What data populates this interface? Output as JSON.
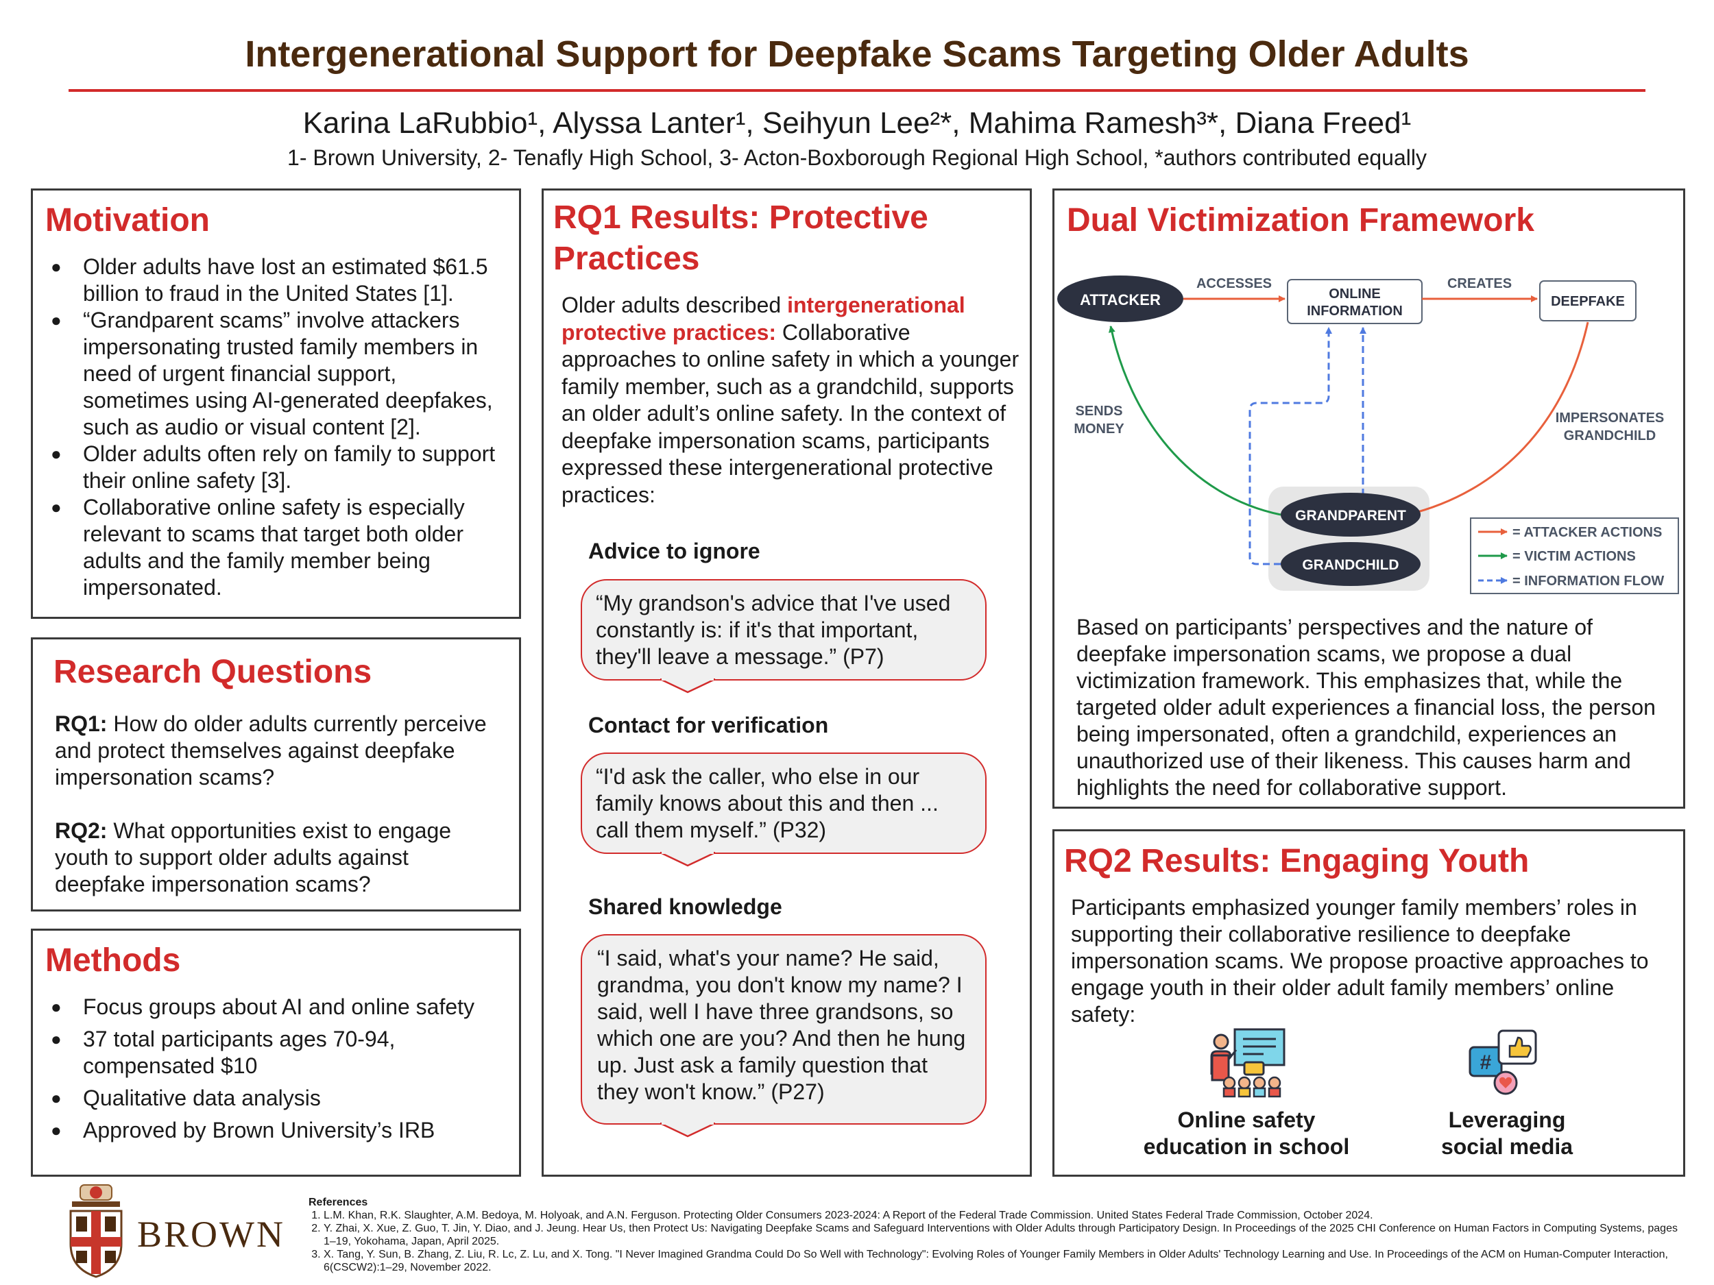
{
  "header": {
    "title": "Intergenerational Support for Deepfake Scams Targeting Older Adults",
    "authors": "Karina LaRubbio¹, Alyssa Lanter¹, Seihyun Lee²*, Mahima Ramesh³*, Diana Freed¹",
    "affiliations": "1- Brown University, 2- Tenafly High School, 3- Acton-Boxborough Regional High School, *authors contributed equally"
  },
  "motivation": {
    "heading": "Motivation",
    "bullets": [
      "Older adults have lost an estimated $61.5 billion to fraud in the United States [1].",
      "“Grandparent scams” involve attackers impersonating trusted family members in need of urgent financial support, sometimes using AI-generated deepfakes, such as audio or visual content [2].",
      "Older adults often rely on family to support their online safety [3].",
      "Collaborative online safety is especially relevant to scams that target both older adults and the family member being impersonated."
    ]
  },
  "research_questions": {
    "heading": "Research Questions",
    "rq1_label": "RQ1:",
    "rq1_text": " How do older adults currently perceive and protect themselves against deepfake impersonation scams?",
    "rq2_label": "RQ2:",
    "rq2_text": " What opportunities exist to engage youth to support older adults against deepfake impersonation scams?"
  },
  "methods": {
    "heading": "Methods",
    "bullets": [
      "Focus groups about AI and online safety",
      "37 total participants ages 70-94, compensated $10",
      "Qualitative data analysis",
      "Approved by Brown University’s IRB"
    ]
  },
  "rq1_results": {
    "heading": "RQ1 Results: Protective Practices",
    "intro_start": "Older adults described ",
    "intro_highlight": "intergenerational protective practices:",
    "intro_end": " Collaborative approaches to online safety in which a younger family member, such as a grandchild, supports an older adult’s online safety. In the context of deepfake impersonation scams, participants expressed these intergenerational protective practices:",
    "practices": [
      {
        "title": "Advice to ignore",
        "quote": "“My grandson's advice that I've used constantly is: if it's that important, they'll leave a message.” (P7)"
      },
      {
        "title": "Contact for verification",
        "quote": "“I'd ask the caller, who else in our family knows about this and then ... call them myself.” (P32)"
      },
      {
        "title": "Shared knowledge",
        "quote": "“I said, what's your name? He said, grandma, you don't know my name? I said, well I have three grandsons, so which one are you? And then he hung up. Just ask a family question that they won't know.” (P27)"
      }
    ]
  },
  "framework": {
    "heading": "Dual Victimization Framework",
    "nodes": {
      "attacker": "ATTACKER",
      "online_info_1": "ONLINE",
      "online_info_2": "INFORMATION",
      "deepfake": "DEEPFAKE",
      "grandparent": "GRANDPARENT",
      "grandchild": "GRANDCHILD"
    },
    "edges": {
      "accesses": "ACCESSES",
      "creates": "CREATES",
      "sends_money_1": "SENDS",
      "sends_money_2": "MONEY",
      "impersonates_1": "IMPERSONATES",
      "impersonates_2": "GRANDCHILD"
    },
    "legend": {
      "attacker": "= ATTACKER ACTIONS",
      "victim": "= VICTIM ACTIONS",
      "info": "= INFORMATION FLOW"
    },
    "colors": {
      "attacker": "#e8603c",
      "victim": "#1f9a4a",
      "info": "#4f7ae0",
      "node_dark": "#2c3140"
    },
    "text": "Based on participants’ perspectives and the nature of deepfake impersonation scams, we propose a dual victimization framework. This emphasizes that, while the targeted older adult experiences a financial loss, the person being impersonated, often a grandchild, experiences an unauthorized use of their likeness. This causes harm and highlights the need for collaborative support."
  },
  "rq2_results": {
    "heading": "RQ2 Results: Engaging Youth",
    "text": "Participants emphasized younger family members’ roles in supporting their collaborative resilience to deepfake impersonation scams. We propose proactive approaches to engage youth in their older adult family members’ online safety:",
    "approaches": [
      {
        "label_1": "Online safety",
        "label_2": "education in school",
        "icon": "classroom-icon"
      },
      {
        "label_1": "Leveraging",
        "label_2": "social media",
        "icon": "social-media-icon"
      }
    ]
  },
  "footer": {
    "logo_text": "BROWN",
    "references_heading": "References",
    "references": [
      "L.M. Khan, R.K. Slaughter, A.M. Bedoya, M. Holyoak, and A.N. Ferguson. Protecting Older Consumers 2023-2024: A Report of the Federal Trade Commission. United States Federal Trade Commission, October 2024.",
      "Y. Zhai, X. Xue, Z. Guo, T. Jin, Y. Diao, and J. Jeung. Hear Us, then Protect Us: Navigating Deepfake Scams and Safeguard Interventions with Older Adults through Participatory Design. In Proceedings of the 2025 CHI Conference on Human Factors in Computing Systems, pages 1–19, Yokohama, Japan, April 2025.",
      "X. Tang, Y. Sun, B. Zhang, Z. Liu, R. Lc, Z. Lu, and X. Tong. \"I Never Imagined Grandma Could Do So Well with Technology\": Evolving Roles of Younger Family Members in Older Adults' Technology Learning and Use. In Proceedings of the ACM on Human-Computer Interaction, 6(CSCW2):1–29, November 2022."
    ]
  }
}
